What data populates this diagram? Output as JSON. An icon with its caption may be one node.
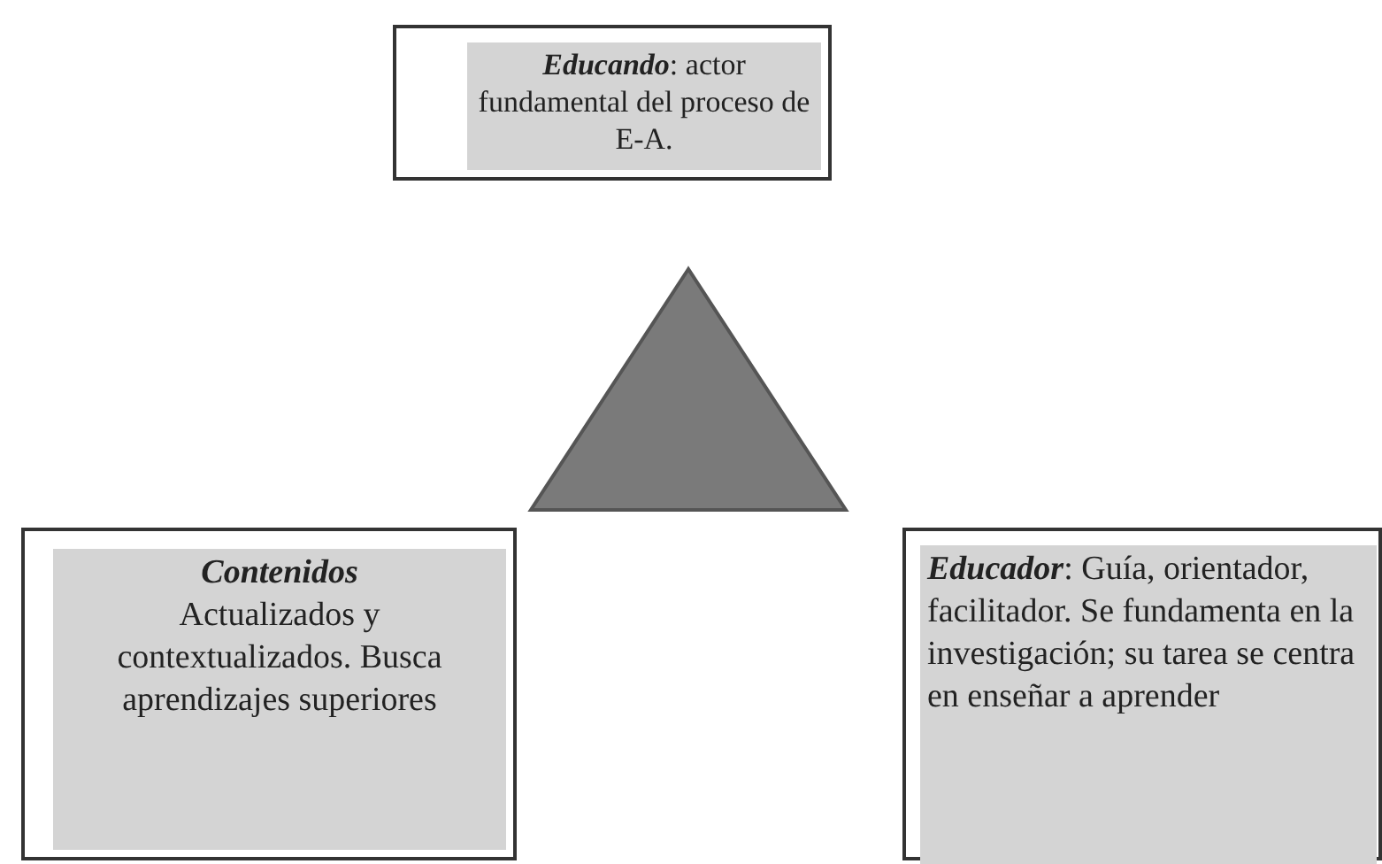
{
  "diagram": {
    "nodes": [
      {
        "text": [
          "**Educando**: actor fundamental del proceso de E-A."
        ]
      },
      {
        "text": [],
        "shape": "triangle"
      },
      {
        "text": [
          "Contenidos",
          "Actualizados y contextualizados. Busca aprendizajes superiores"
        ]
      },
      {
        "text": [
          "**Educador**: Guía, orientador, facilitador. Se fundamenta en la investigación; su tarea se centra en enseñar a aprender"
        ]
      }
    ]
  }
}
